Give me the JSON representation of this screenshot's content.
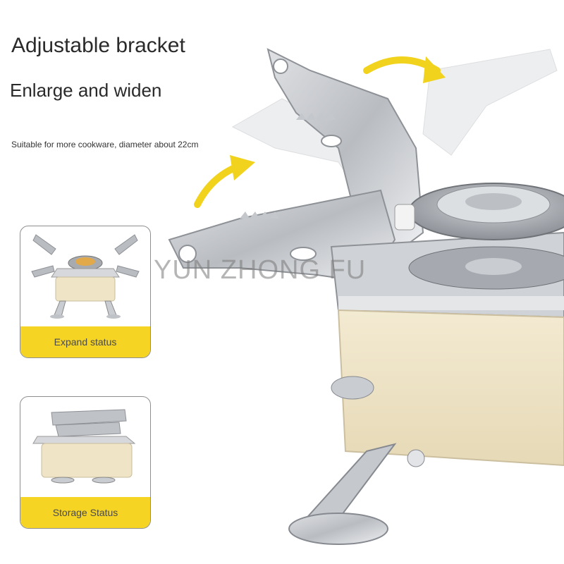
{
  "heading": "Adjustable bracket",
  "subheading": "Enlarge and widen",
  "note": "Suitable for more cookware, diameter about 22cm",
  "watermark": "YUN ZHONG FU",
  "cards": {
    "expand_label": "Expand status",
    "storage_label": "Storage Status"
  },
  "colors": {
    "accent_yellow": "#f6d423",
    "stove_body": "#efe4c6",
    "steel": "#c9ccd0"
  }
}
